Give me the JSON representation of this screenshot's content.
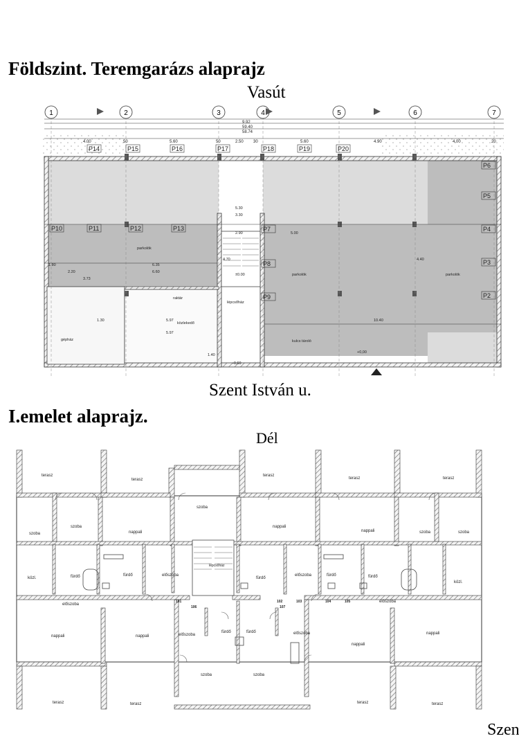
{
  "ground_floor": {
    "title": "Földszint. Teremgarázs alaprajz",
    "north_label": "Vasút",
    "south_label": "Szent István u.",
    "axes": [
      "1",
      "2",
      "3",
      "4",
      "5",
      "6",
      "7"
    ],
    "dims_top": [
      "9.92",
      "59.40",
      "58.74"
    ],
    "spans_row1": [
      "4.00",
      "50",
      "5.60",
      "50",
      "2.50",
      "30",
      "5.60",
      "4.90",
      "4.00",
      "20"
    ],
    "parking_top": [
      "P14",
      "P15",
      "P16",
      "P17",
      "P18",
      "P19",
      "P20"
    ],
    "parking_left": [
      "P10",
      "P11",
      "P12",
      "P13"
    ],
    "parking_right": [
      "P6",
      "P5",
      "P4",
      "P3",
      "P2"
    ],
    "parking_center": [
      "P7",
      "P8",
      "P9"
    ],
    "room_labels": [
      "parkolók",
      "parkolók",
      "parkolók",
      "kulcs tároló",
      "raktár",
      "lépcsőház",
      "közlekedő",
      "gépház"
    ],
    "elevation_marks": [
      "±0.00",
      "+0,00",
      "-0,60"
    ],
    "small_dims": [
      "5.30",
      "3.30",
      "2.90",
      "5.00",
      "10.40",
      "6.35",
      "6.60",
      "5.97",
      "5.97",
      "2.20",
      "1.80",
      "3.73",
      "1.30",
      "4.70",
      "4.40",
      "1.40"
    ]
  },
  "first_floor": {
    "title": "I.emelet alaprajz.",
    "north_label": "Dél",
    "south_label": "Szen",
    "rooms": {
      "terasz": "terasz",
      "szoba": "szoba",
      "nappali": "nappali",
      "furdo": "fürdő",
      "eloszoba": "előszoba",
      "kozl": "közl.",
      "lepcsohaz": "lépcsőház"
    },
    "apt_numbers": [
      "101",
      "102",
      "103",
      "104",
      "105",
      "106",
      "107"
    ]
  },
  "colors": {
    "parking_fill_dark": "#bdbdbd",
    "parking_fill_light": "#dcdcdc",
    "wall_hatch": "#555555",
    "line": "#333333"
  }
}
